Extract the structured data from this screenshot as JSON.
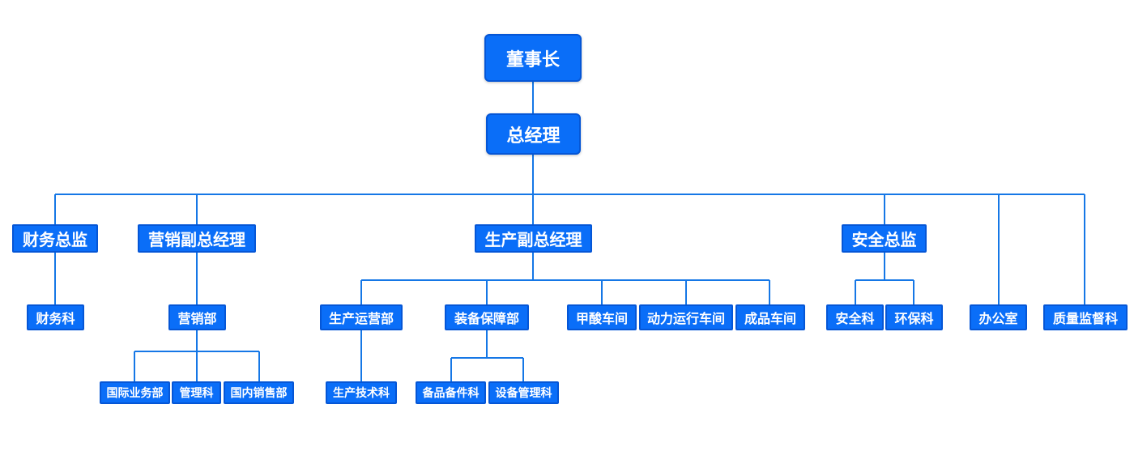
{
  "org_chart": {
    "colors": {
      "box_fill": "#0a6ef8",
      "box_border": "#0556d6",
      "connector": "#1577e6",
      "text": "#ffffff"
    },
    "chairman": "董事长",
    "general_manager": "总经理",
    "cfo": {
      "label": "财务总监",
      "children": [
        "财务科"
      ]
    },
    "sales_vp": {
      "label": "营销副总经理",
      "dept": "营销部",
      "children": [
        "国际业务部",
        "管理科",
        "国内销售部"
      ]
    },
    "production_vp": {
      "label": "生产副总经理",
      "depts": [
        "生产运营部",
        "装备保障部",
        "甲酸车间",
        "动力运行车间",
        "成品车间"
      ],
      "ops_children": [
        "生产技术科"
      ],
      "equip_children": [
        "备品备件科",
        "设备管理科"
      ]
    },
    "safety_director": {
      "label": "安全总监",
      "children": [
        "安全科",
        "环保科"
      ]
    },
    "office": "办公室",
    "quality": "质量监督科"
  }
}
